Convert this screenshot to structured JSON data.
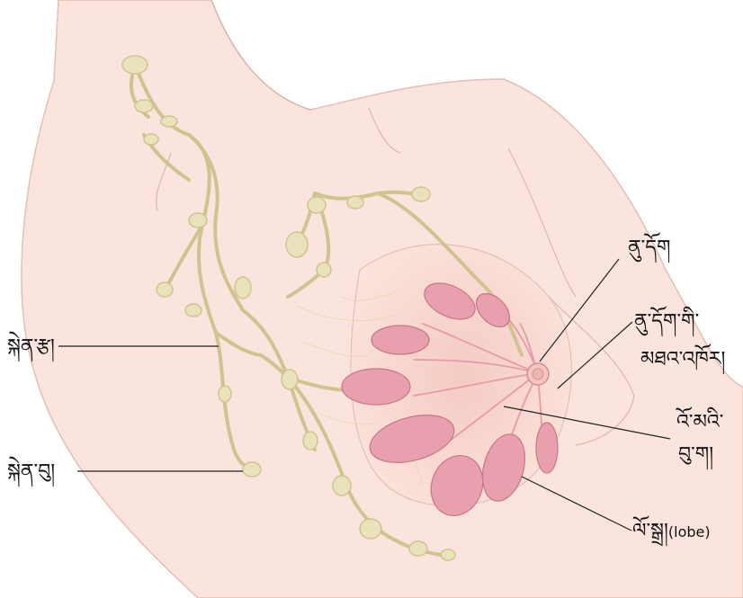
{
  "labels": {
    "nipple": "ནུ་དོག",
    "areola_line1": "ནུ་དོག་གི་",
    "areola_line2": "མཐའ་འཁོར།",
    "duct_line1": "འོ་མའི་",
    "duct_line2": "བུ་ག།",
    "lobe_tibetan": "ལོ་སྒྲ།",
    "lobe_english": "(lobe)",
    "lymph_vessel": "སྐེན་རྩ།",
    "lymph_node": "སྐེན་བུ།"
  },
  "colors": {
    "skin": "#fbe4dd",
    "skin_outline": "#e3bfb4",
    "breast_shade": "#f6d4cc",
    "lymph": "#e9e2bb",
    "lymph_outline": "#cfc48f",
    "lobule": "#e9a0ae",
    "lobule_outline": "#c97585",
    "duct": "#e79aa9"
  }
}
